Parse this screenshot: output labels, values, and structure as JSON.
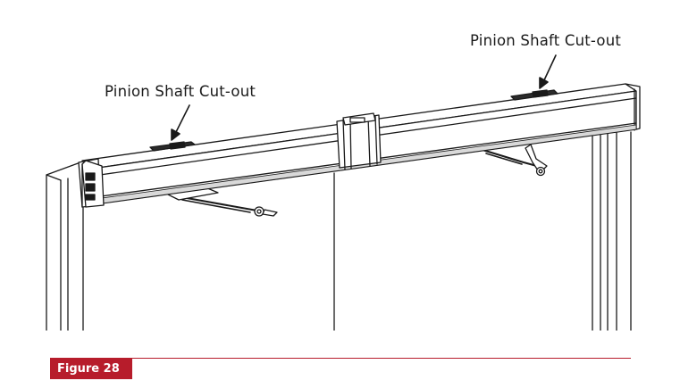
{
  "callouts": {
    "right_label": "Pinion Shaft Cut-out",
    "left_label": "Pinion Shaft Cut-out"
  },
  "figure": {
    "label": "Figure 28",
    "label_bg": "#b71c2b"
  },
  "colors": {
    "line": "#1a1a1a",
    "body_fill": "#ffffff",
    "shade": "#d9d9d9"
  }
}
